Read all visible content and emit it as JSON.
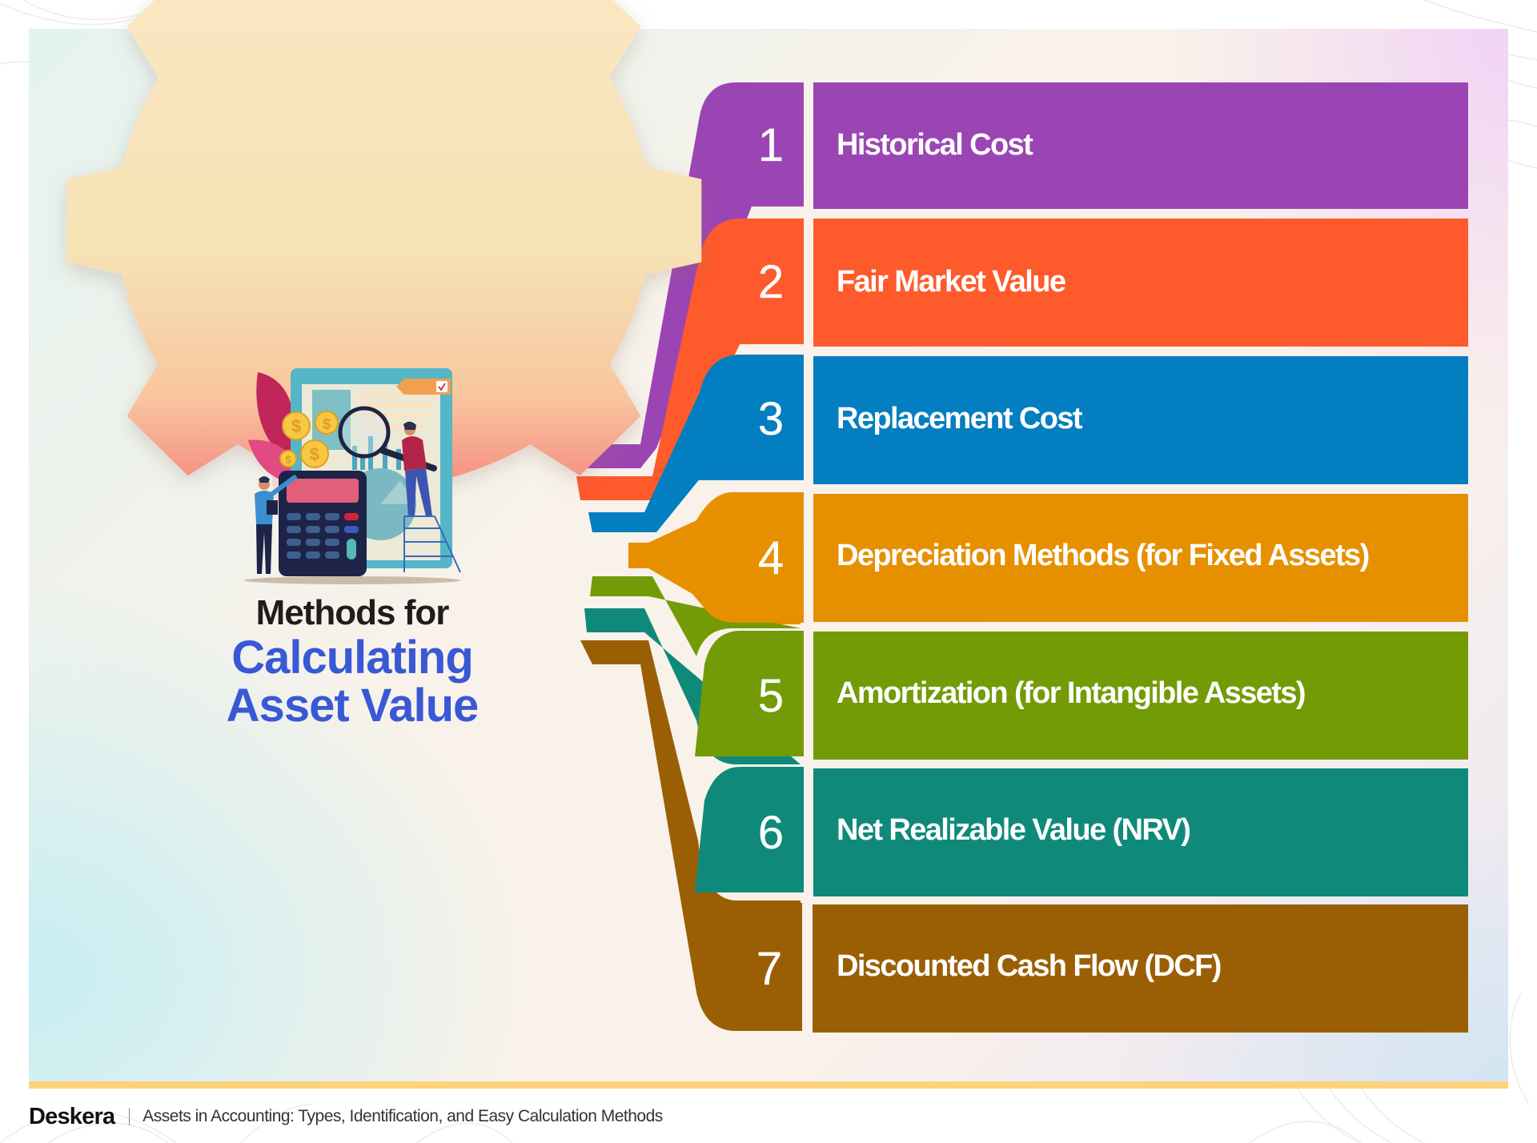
{
  "title": {
    "line1": "Methods for",
    "line2": "Calculating",
    "line3": "Asset Value"
  },
  "methods": [
    {
      "number": "1",
      "label": "Historical Cost",
      "color": "#9b45b4"
    },
    {
      "number": "2",
      "label": "Fair Market Value",
      "color": "#ff5a2c"
    },
    {
      "number": "3",
      "label": "Replacement Cost",
      "color": "#037ec0"
    },
    {
      "number": "4",
      "label": "Depreciation Methods (for Fixed Assets)",
      "color": "#e69000"
    },
    {
      "number": "5",
      "label": "Amortization (for Intangible Assets)",
      "color": "#739b06"
    },
    {
      "number": "6",
      "label": "Net Realizable Value (NRV)",
      "color": "#0f8a7a"
    },
    {
      "number": "7",
      "label": "Discounted Cash Flow (DCF)",
      "color": "#9a5f05"
    }
  ],
  "illustration": {
    "icons": [
      "calculator-icon",
      "magnifier-icon",
      "dollar-coin-icon",
      "chart-board-icon",
      "checkmark-icon",
      "ladder-icon"
    ]
  },
  "footer": {
    "brand": "Deskera",
    "subtitle": "Assets in Accounting: Types, Identification, and Easy Calculation Methods"
  },
  "colors": {
    "title_dark": "#1f1c1c",
    "title_blue": "#3858d6",
    "accent_bar": "#fdd27a",
    "gear_top": "#fbe8c4",
    "gear_bottom": "#f4767a"
  }
}
